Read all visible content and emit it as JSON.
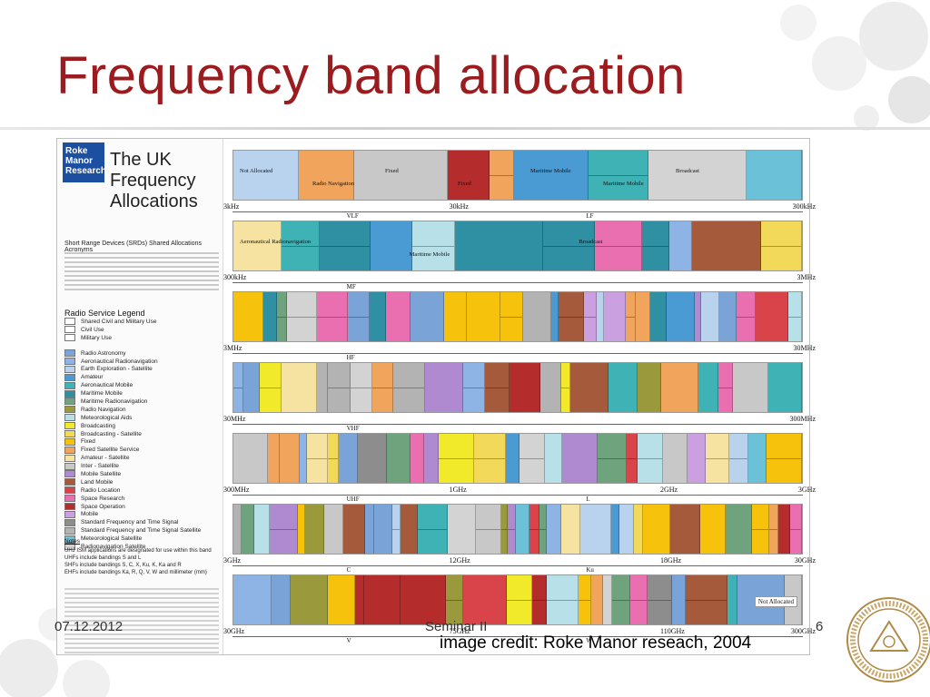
{
  "slide": {
    "title": "Frequency band allocation",
    "date": "07.12.2012",
    "seminar": "Seminar II",
    "page": "6",
    "credit": "image credit: Roke Manor reseach, 2004"
  },
  "figure": {
    "logo_lines": [
      "Roke",
      "Manor",
      "Research"
    ],
    "title_lines": [
      "The UK",
      "Frequency",
      "Allocations"
    ],
    "acronyms_heading": "Short Range Devices (SRDs) Shared Allocations Acronyms",
    "legend_heading": "Radio Service Legend",
    "legend_top": [
      {
        "label": "Shared Civil and Military Use",
        "color": "#ffffff"
      },
      {
        "label": "Civil Use",
        "color": "#ffffff"
      },
      {
        "label": "Military Use",
        "color": "#ffffff"
      }
    ],
    "legend": [
      {
        "label": "Radio Astronomy",
        "color": "#7aa4d8"
      },
      {
        "label": "Aeronautical Radionavigation",
        "color": "#8eb4e6"
      },
      {
        "label": "Earth Exploration - Satellite",
        "color": "#b9d3ee"
      },
      {
        "label": "Amateur",
        "color": "#4a9ad4"
      },
      {
        "label": "Aeronautical Mobile",
        "color": "#3fb2b6"
      },
      {
        "label": "Maritime Mobile",
        "color": "#2f8fa3"
      },
      {
        "label": "Maritime Radionavigation",
        "color": "#6fa37d"
      },
      {
        "label": "Radio Navigation",
        "color": "#9a9a3c"
      },
      {
        "label": "Meteorological Aids",
        "color": "#b7e0e8"
      },
      {
        "label": "Broadcasting",
        "color": "#f1ea2a"
      },
      {
        "label": "Broadcasting - Satellite",
        "color": "#f3d95a"
      },
      {
        "label": "Fixed",
        "color": "#f7c20c"
      },
      {
        "label": "Fixed Satellite Service",
        "color": "#f0a45c"
      },
      {
        "label": "Amateur - Satellite",
        "color": "#f6e3a2"
      },
      {
        "label": "Inter - Satellite",
        "color": "#c8c8c8"
      },
      {
        "label": "Mobile Satellite",
        "color": "#b08ad0"
      },
      {
        "label": "Land Mobile",
        "color": "#a55a3c"
      },
      {
        "label": "Radio Location",
        "color": "#d9434a"
      },
      {
        "label": "Space Research",
        "color": "#e96fb0"
      },
      {
        "label": "Space Operation",
        "color": "#b52c2c"
      },
      {
        "label": "Mobile",
        "color": "#cba0e0"
      },
      {
        "label": "Standard Frequency and Time Signal",
        "color": "#8d8d8d"
      },
      {
        "label": "Standard Frequency and Time Signal Satellite",
        "color": "#b3b3b3"
      },
      {
        "label": "Meteorological Satellite",
        "color": "#6bc1d8"
      },
      {
        "label": "Radionavigation Satellite",
        "color": "#d3d3d3"
      }
    ],
    "notes_heading": "Notes",
    "notes": [
      "UHJ ISM applications are designated for use within this band",
      "UHFs include bandings S and L",
      "SHFs include bandings S, C, X, Ku, K, Ka and R",
      "EHFs include bandings Ka, R, Q, V, W and millimeter (mm)"
    ],
    "rows": [
      {
        "start": "3kHz",
        "end": "300kHz",
        "marks": [
          "30kHz",
          ""
        ],
        "sub": "VLF",
        "sub2": "LF"
      },
      {
        "start": "300kHz",
        "end": "3MHz",
        "marks": [
          "",
          ""
        ],
        "sub": "MF",
        "sub2": ""
      },
      {
        "start": "3MHz",
        "end": "30MHz",
        "marks": [
          "",
          ""
        ],
        "sub": "HF",
        "sub2": ""
      },
      {
        "start": "30MHz",
        "end": "300MHz",
        "marks": [
          "",
          ""
        ],
        "sub": "VHF",
        "sub2": ""
      },
      {
        "start": "300MHz",
        "end": "3GHz",
        "marks": [
          "1GHz",
          "2GHz"
        ],
        "sub": "UHF",
        "sub2": "L"
      },
      {
        "start": "3GHz",
        "end": "30GHz",
        "marks": [
          "12GHz",
          "18GHz"
        ],
        "sub": "C",
        "sub2": "Ku"
      },
      {
        "start": "30GHz",
        "end": "300GHz",
        "marks": [
          "75GHz",
          "110GHz"
        ],
        "sub": "V",
        "sub2": "W"
      }
    ],
    "row1_labels": [
      "Not Allocated",
      "Radio Navigation",
      "Fixed",
      "Fixed",
      "Maritime Mobile",
      "Maritime Mobile",
      "Broadcast"
    ],
    "row2_labels": [
      "Aeronautical Radionavigation",
      "Maritime Mobile",
      "Broadcast"
    ],
    "last_label": "Not Allocated"
  }
}
